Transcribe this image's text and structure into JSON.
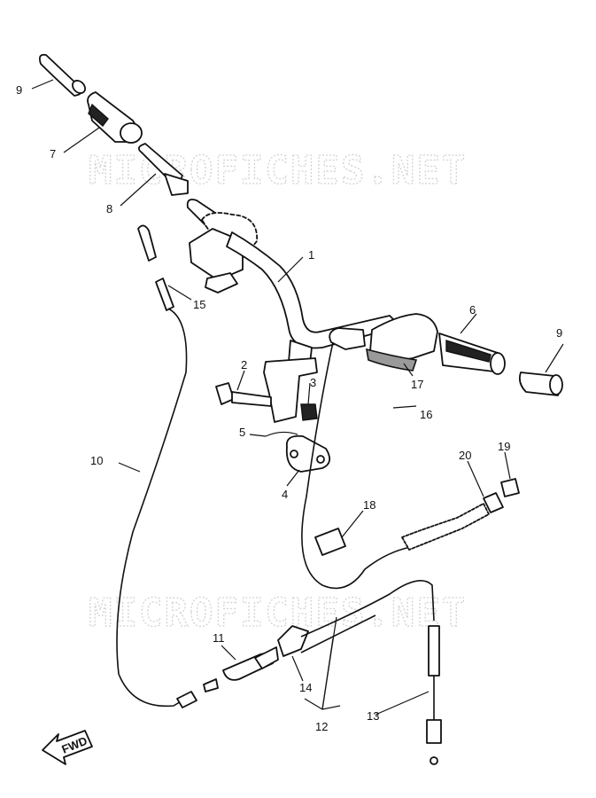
{
  "watermark": {
    "top": "MICROFICHES.NET",
    "bottom": "MICROFICHES.NET"
  },
  "callouts": {
    "c1": "1",
    "c2": "2",
    "c3": "3",
    "c4": "4",
    "c5": "5",
    "c6": "6",
    "c7": "7",
    "c8": "8",
    "c9a": "9",
    "c9b": "9",
    "c10": "10",
    "c11": "11",
    "c12": "12",
    "c13": "13",
    "c14": "14",
    "c15": "15",
    "c16": "16",
    "c17": "17",
    "c18": "18",
    "c19": "19",
    "c20": "20"
  },
  "fwd_label": "FWD"
}
